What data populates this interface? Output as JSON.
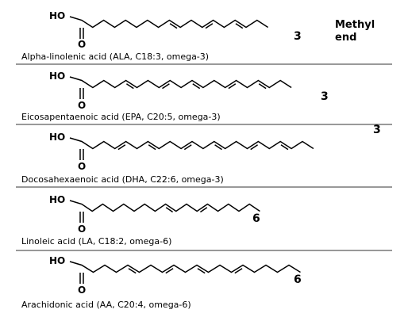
{
  "methyl_end_label": [
    "Methyl",
    "end"
  ],
  "atoms": {
    "hydroxyl": "HO",
    "oxygen": "O"
  },
  "acids": [
    {
      "caption": "Alpha-linolenic acid (ALA, C18:3, omega-3)",
      "omega_label": "3",
      "carbons": 18,
      "double_bonds": [
        9,
        12,
        15
      ]
    },
    {
      "caption": "Eicosapentaenoic acid (EPA, C20:5, omega-3)",
      "omega_label": "3",
      "carbons": 20,
      "double_bonds": [
        5,
        8,
        11,
        14,
        17
      ]
    },
    {
      "caption": "Docosahexaenoic acid (DHA, C22:6, omega-3)",
      "omega_label": "3",
      "carbons": 22,
      "double_bonds": [
        4,
        7,
        10,
        13,
        16,
        19
      ]
    },
    {
      "caption": "Linoleic acid (LA, C18:2, omega-6)",
      "omega_label": "6",
      "carbons": 18,
      "double_bonds": [
        9,
        12
      ]
    },
    {
      "caption": "Arachidonic acid (AA, C20:4, omega-6)",
      "omega_label": "6",
      "carbons": 20,
      "double_bonds": [
        5,
        8,
        11,
        14
      ]
    }
  ]
}
